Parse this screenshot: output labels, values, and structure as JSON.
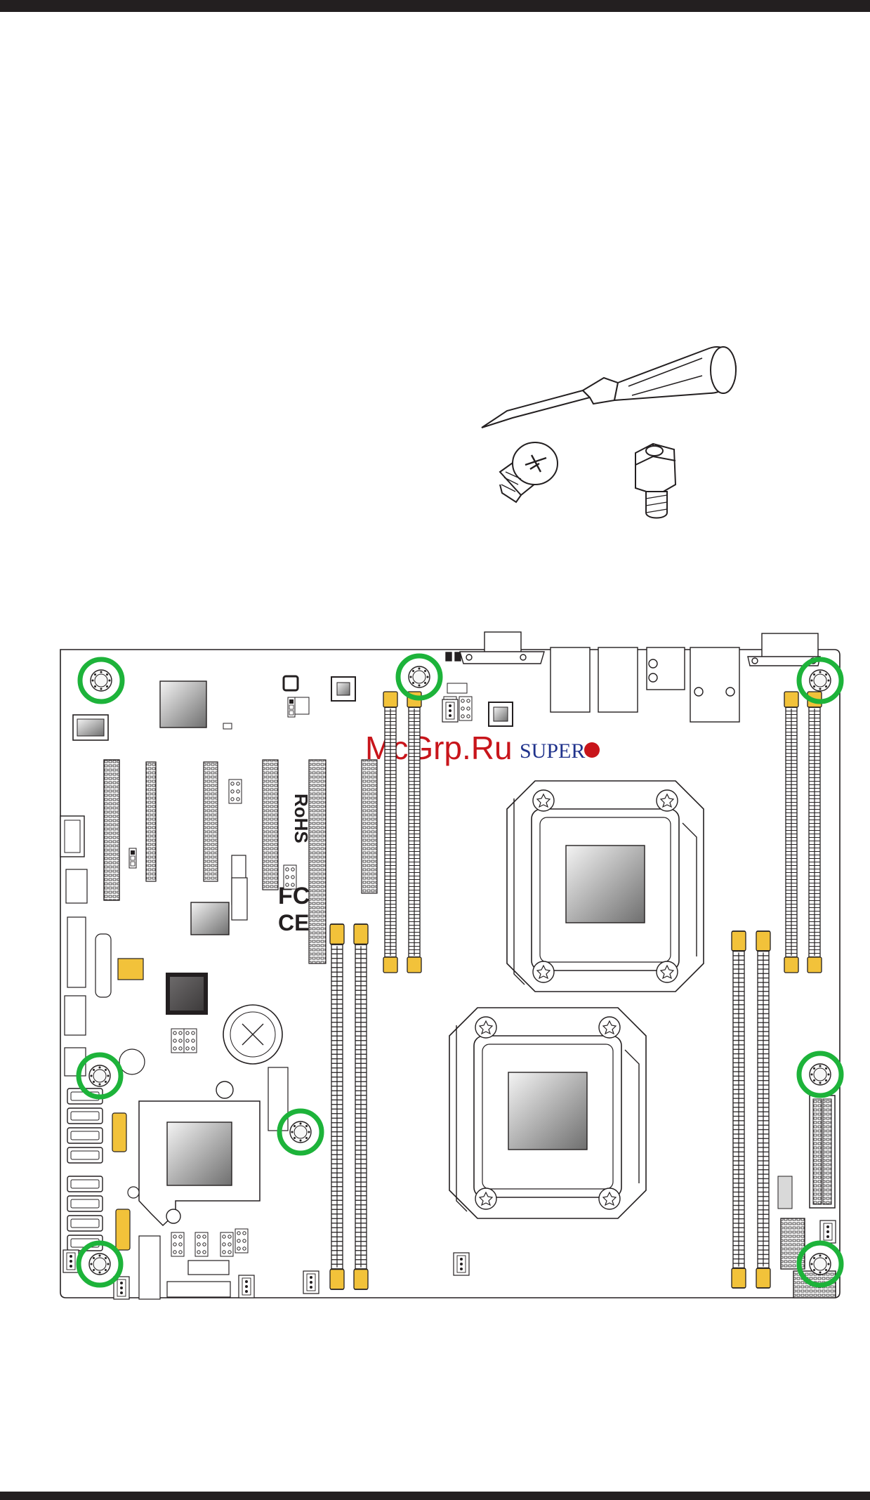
{
  "watermark": "McGrp.Ru",
  "brand_logo": "SUPER",
  "board_marks": {
    "rohs": "RoHS",
    "fcc": "FC",
    "ce": "CE"
  },
  "colors": {
    "standoff_highlight": "#1db33a",
    "connector_yellow": "#f2c23a",
    "outline": "#231f20",
    "watermark": "#c8151b",
    "brand_blue": "#20338c"
  },
  "tools": [
    "screwdriver-icon",
    "screw-icon",
    "standoff-icon"
  ]
}
